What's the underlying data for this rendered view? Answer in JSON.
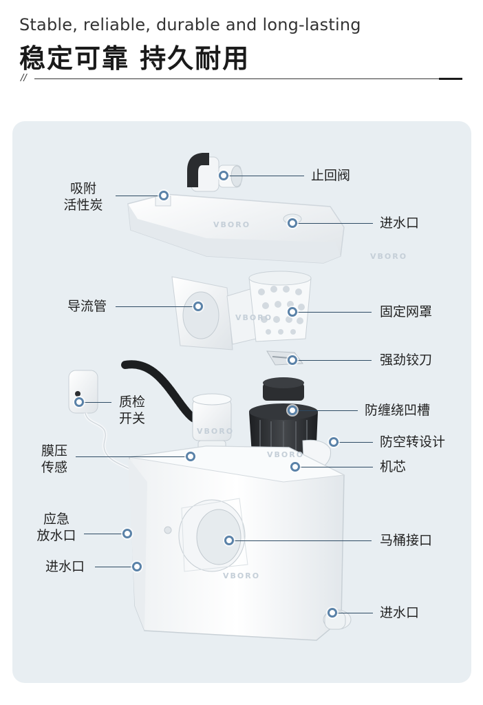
{
  "header": {
    "subtitle_en": "Stable, reliable, durable and long-lasting",
    "title_cn": "稳定可靠 持久耐用",
    "divider_mark": "//"
  },
  "brand_text": "VBORO",
  "labels": {
    "check_valve": "止回阀",
    "carbon_line1": "吸附",
    "carbon_line2": "活性炭",
    "inlet_top": "进水口",
    "guide_pipe": "导流管",
    "fixed_mesh": "固定网罩",
    "strong_blade": "强劲铰刀",
    "anti_wind_groove": "防缠绕凹槽",
    "qc_switch_line1": "质检",
    "qc_switch_line2": "开关",
    "anti_idle_design": "防空转设计",
    "membrane_line1": "膜压",
    "membrane_line2": "传感",
    "motor_core": "机芯",
    "emergency_line1": "应急",
    "emergency_line2": "放水口",
    "inlet_left": "进水口",
    "toilet_port": "马桶接口",
    "inlet_bottom": "进水口"
  },
  "colors": {
    "panel_bg": "#e8eef2",
    "leader_line": "#2d4a63",
    "marker_ring": "#5a82a8",
    "product_white": "#f7f8f8",
    "motor_dark": "#2a2c2f"
  }
}
